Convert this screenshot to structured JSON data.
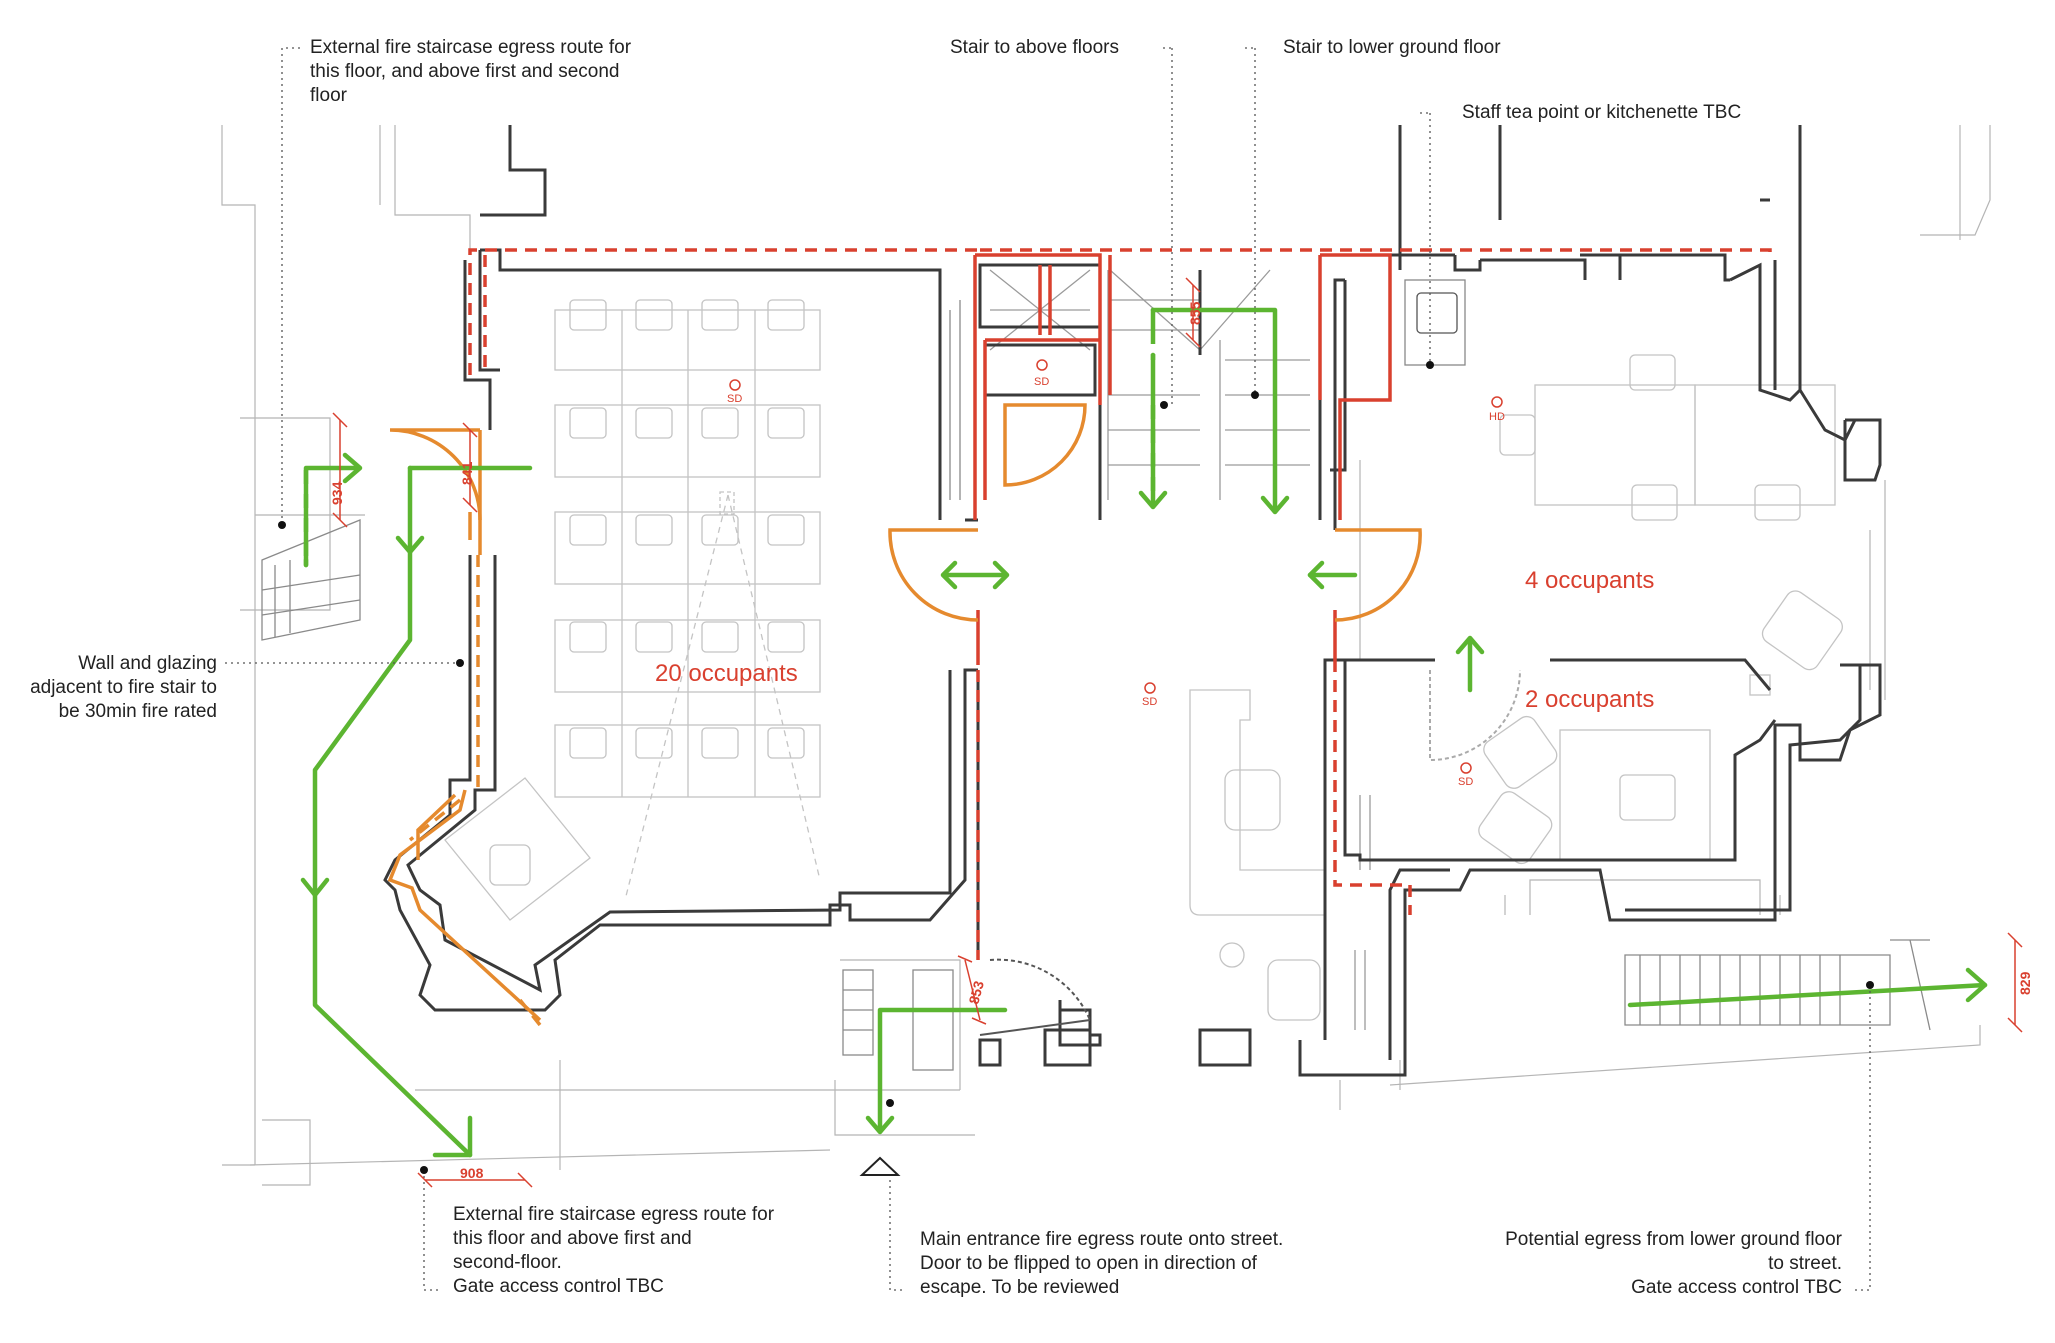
{
  "annotations": {
    "ext_stair_top": "External fire staircase egress route for\nthis floor, and above first and second\nfloor",
    "stair_above": "Stair to above floors",
    "stair_lower": "Stair to lower ground floor",
    "tea_point": "Staff tea point or kitchenette TBC",
    "wall_glazing": "Wall and glazing\nadjacent to fire stair to\nbe 30min fire rated",
    "ext_stair_bottom": "External fire staircase egress route for\nthis floor and above first and\nsecond-floor.\nGate access control TBC",
    "main_entrance": "Main entrance fire egress route onto street.\nDoor to be flipped to open in direction of\nescape. To be reviewed",
    "lower_ground": "Potential egress from lower ground floor\nto street.\nGate access control TBC"
  },
  "occupancy": {
    "room_left": "20 occupants",
    "room_right": "4 occupants",
    "room_office": "2 occupants"
  },
  "dimensions": {
    "d934": "934",
    "d841": "841",
    "d855": "855",
    "d853": "853",
    "d908": "908",
    "d829": "829"
  },
  "detectors": {
    "smoke": "SD",
    "heat": "HD"
  },
  "colors": {
    "wall": "#3a3a3a",
    "fire_line": "#d9402f",
    "egress": "#5cb531",
    "door": "#e58a2e",
    "furniture": "#bdbdbd",
    "text": "#222222"
  }
}
